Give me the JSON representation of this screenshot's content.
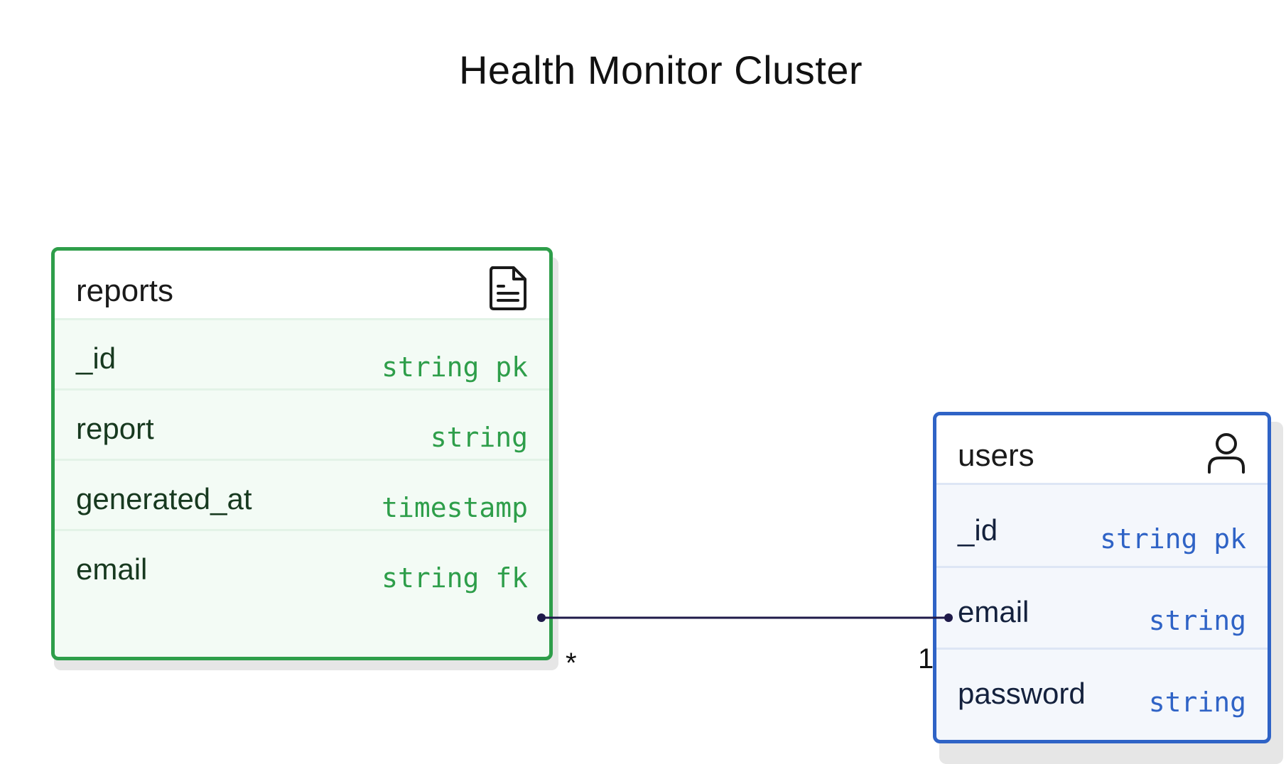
{
  "diagram": {
    "title": "Health Monitor Cluster",
    "tables": [
      {
        "name": "reports",
        "icon": "document-icon",
        "color": "#2e9e4a",
        "fields": [
          {
            "name": "_id",
            "type": "string",
            "key": "pk"
          },
          {
            "name": "report",
            "type": "string",
            "key": ""
          },
          {
            "name": "generated_at",
            "type": "timestamp",
            "key": ""
          },
          {
            "name": "email",
            "type": "string",
            "key": "fk"
          }
        ]
      },
      {
        "name": "users",
        "icon": "user-icon",
        "color": "#2f63c6",
        "fields": [
          {
            "name": "_id",
            "type": "string",
            "key": "pk"
          },
          {
            "name": "email",
            "type": "string",
            "key": ""
          },
          {
            "name": "password",
            "type": "string",
            "key": ""
          }
        ]
      }
    ],
    "relationship": {
      "from": "reports.email",
      "to": "users.email",
      "from_cardinality": "*",
      "to_cardinality": "1",
      "line_color": "#1f1a4a"
    }
  }
}
